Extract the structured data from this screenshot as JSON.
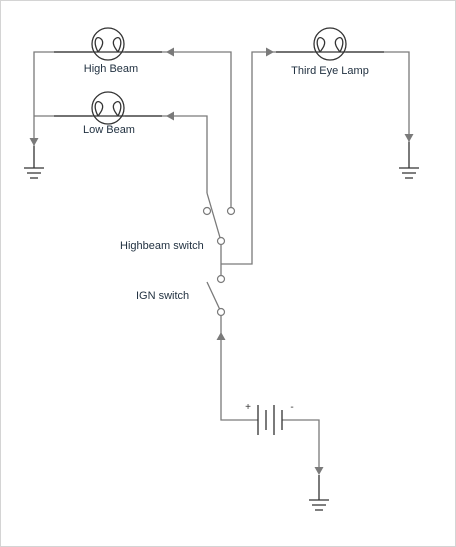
{
  "labels": {
    "high_beam": "High Beam",
    "low_beam": "Low Beam",
    "third_eye_lamp": "Third Eye Lamp",
    "highbeam_switch": "Highbeam switch",
    "ign_switch": "IGN switch",
    "battery_plus": "+",
    "battery_minus": "-"
  },
  "colors": {
    "wire": "#7a7a7a",
    "symbol": "#333333",
    "label": "#1f2f3f",
    "background": "#ffffff"
  }
}
